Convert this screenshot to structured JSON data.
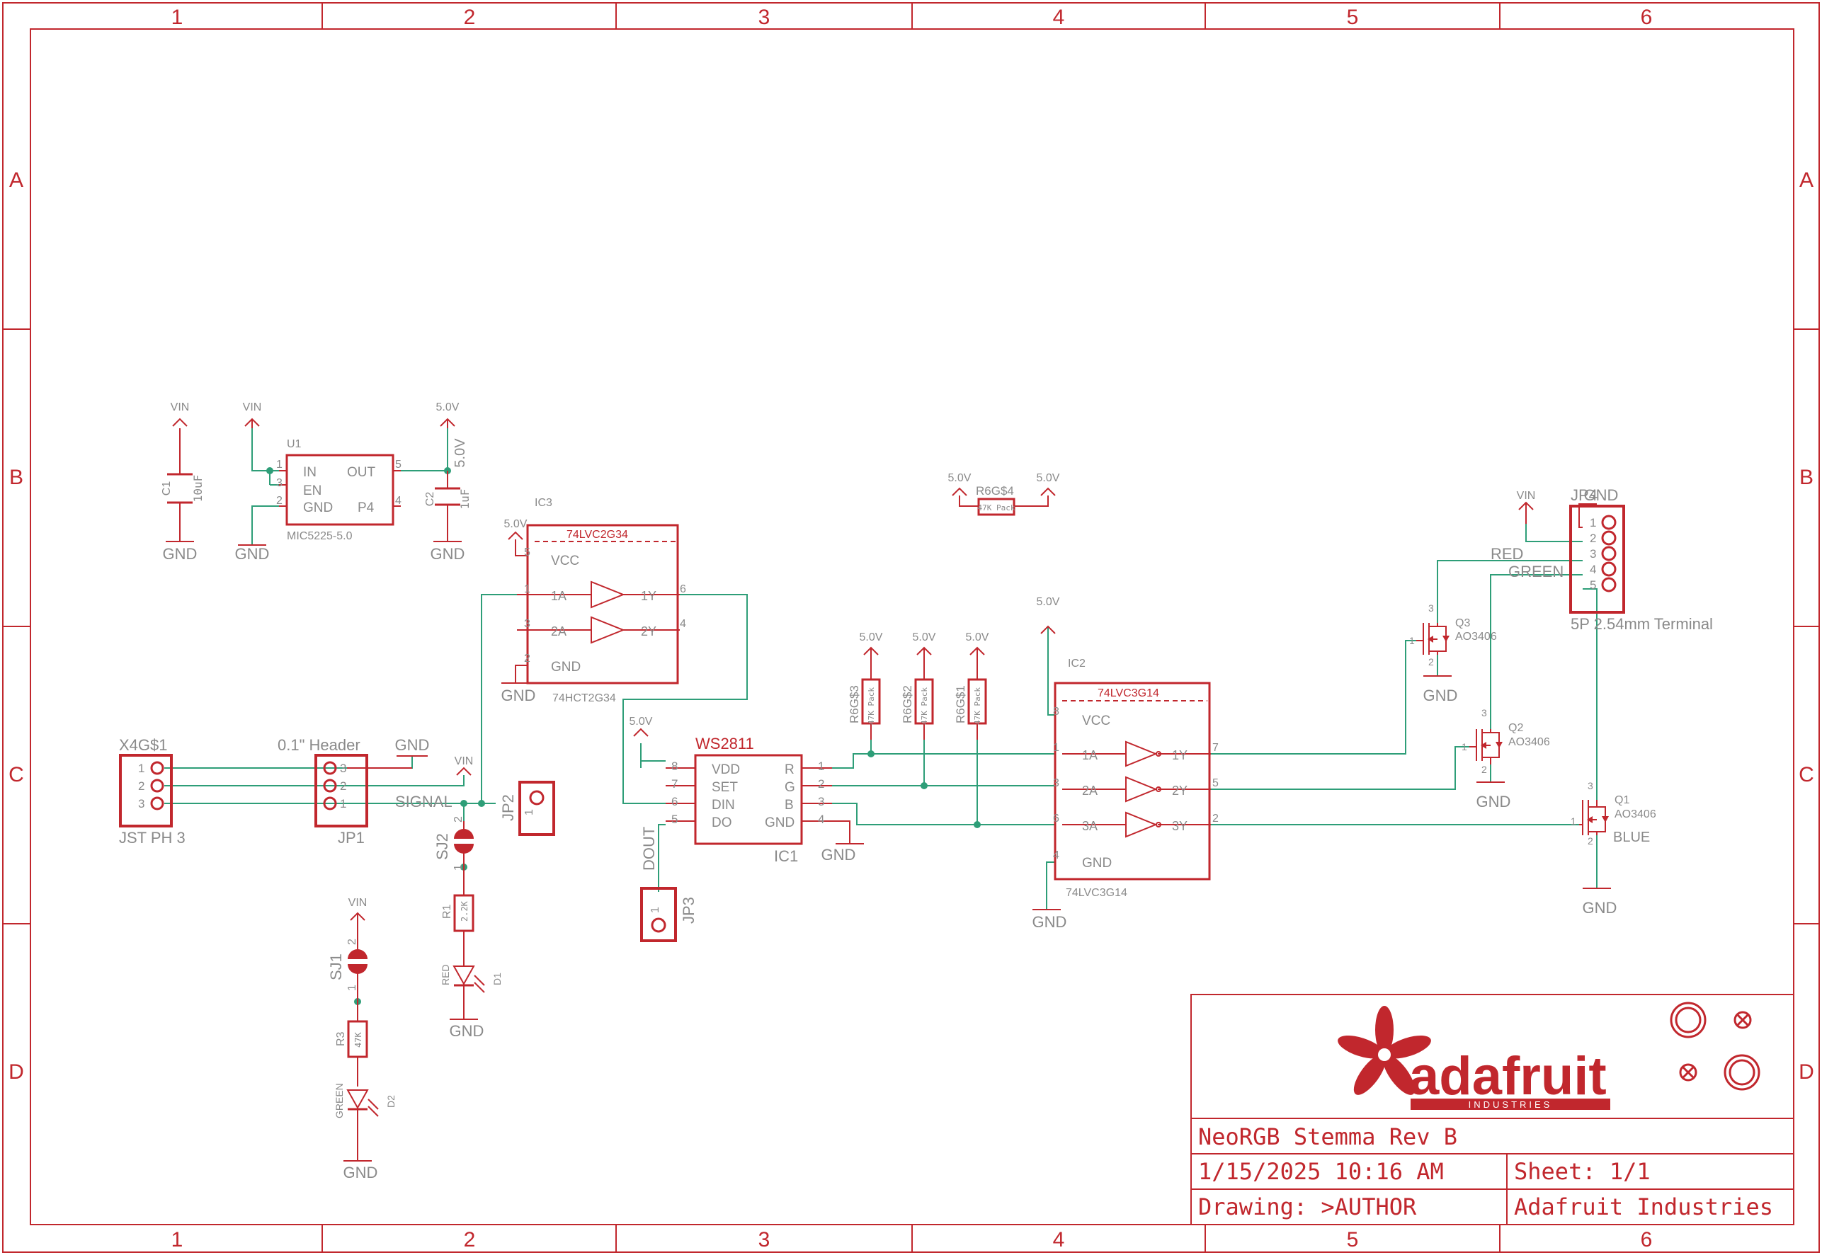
{
  "colors": {
    "line": "#c1272d",
    "wire": "#2e9e78",
    "label": "#8a8a8a",
    "background": "#ffffff"
  },
  "frame": {
    "columns": [
      "1",
      "2",
      "3",
      "4",
      "5",
      "6"
    ],
    "rows": [
      "A",
      "B",
      "C",
      "D"
    ]
  },
  "title_block": {
    "logo_icon": "adafruit-flower-logo",
    "logo_word": "adafruit",
    "logo_sub": "INDUSTRIES",
    "title": "NeoRGB Stemma Rev B",
    "date": "1/15/2025 10:16 AM",
    "sheet": "Sheet: 1/1",
    "drawing": "Drawing: >AUTHOR",
    "company": "Adafruit Industries"
  },
  "rails": {
    "vin": "VIN",
    "v5": "5.0V",
    "gnd": "GND"
  },
  "c1": {
    "name": "C1",
    "value": "10uF"
  },
  "c2": {
    "name": "C2",
    "value": "1uF"
  },
  "u1": {
    "name": "U1",
    "part": "MIC5225-5.0",
    "pins": [
      "IN",
      "EN",
      "GND",
      "OUT",
      "P4"
    ],
    "nums": [
      "1",
      "3",
      "2",
      "5",
      "4"
    ]
  },
  "ic3": {
    "name": "IC3",
    "part_top": "74LVC2G34",
    "part_bottom": "74HCT2G34",
    "vcc": "VCC",
    "gnd": "GND",
    "pins": [
      "1A",
      "2A",
      "1Y",
      "2Y"
    ],
    "nums": [
      "5",
      "1",
      "3",
      "2",
      "6",
      "4"
    ]
  },
  "x4": {
    "name": "X4G$1",
    "part": "JST PH 3",
    "nums": [
      "1",
      "2",
      "3"
    ]
  },
  "jp1": {
    "name": "JP1",
    "part": "0.1\" Header",
    "nums": [
      "3",
      "2",
      "1"
    ]
  },
  "signal": "SIGNAL",
  "jp2": {
    "name": "JP2",
    "num": "1"
  },
  "jp3": {
    "name": "JP3",
    "num": "1",
    "net": "DOUT"
  },
  "sj1": {
    "name": "SJ1",
    "nums": [
      "2",
      "1"
    ]
  },
  "sj2": {
    "name": "SJ2",
    "nums": [
      "2",
      "1"
    ]
  },
  "r1": {
    "name": "R1",
    "value": "2.2K"
  },
  "r3": {
    "name": "R3",
    "value": "47K"
  },
  "d1": {
    "name": "D1",
    "color": "RED"
  },
  "d2": {
    "name": "D2",
    "color": "GREEN"
  },
  "ic1": {
    "name": "IC1",
    "part": "WS2811",
    "pins_left": [
      "VDD",
      "SET",
      "DIN",
      "DO"
    ],
    "nums_left": [
      "8",
      "7",
      "6",
      "5"
    ],
    "pins_right": [
      "R",
      "G",
      "B",
      "GND"
    ],
    "nums_right": [
      "1",
      "2",
      "3",
      "4"
    ]
  },
  "pullups": {
    "r4": "R6G$4",
    "r3": "R6G$3",
    "r2": "R6G$2",
    "r1": "R6G$1",
    "value": "47K Pack"
  },
  "ic2": {
    "name": "IC2",
    "part": "74LVC3G14",
    "vcc": "VCC",
    "gnd": "GND",
    "pins_in": [
      "1A",
      "2A",
      "3A"
    ],
    "pins_out": [
      "1Y",
      "2Y",
      "3Y"
    ],
    "nums_in": [
      "8",
      "1",
      "3",
      "6",
      "4"
    ],
    "nums_out": [
      "7",
      "5",
      "2"
    ]
  },
  "q1": {
    "name": "Q1",
    "part": "AO3406",
    "net": "BLUE"
  },
  "q2": {
    "name": "Q2",
    "part": "AO3406"
  },
  "q3": {
    "name": "Q3",
    "part": "AO3406"
  },
  "fet_pins": {
    "g": "1",
    "d": "3",
    "s": "2"
  },
  "jp4": {
    "name": "JP4",
    "part": "5P 2.54mm Terminal",
    "nums": [
      "1",
      "2",
      "3",
      "4",
      "5"
    ],
    "net_red": "RED",
    "net_green": "GREEN"
  }
}
